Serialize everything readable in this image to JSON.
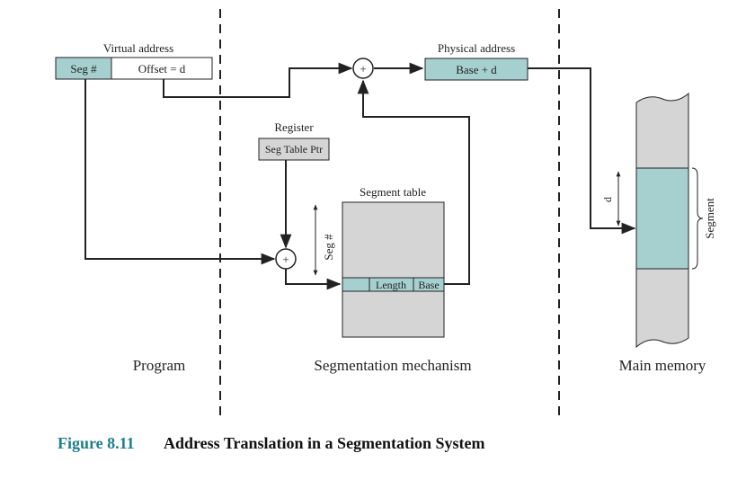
{
  "colors": {
    "teal": "#a6d0cf",
    "gray": "#d5d5d5",
    "line": "#222222",
    "figure_label": "#1f7f8c"
  },
  "labels": {
    "virtual_address": "Virtual address",
    "seg_field": "Seg #",
    "offset_field": "Offset = d",
    "physical_address": "Physical address",
    "base_plus_d": "Base + d",
    "register": "Register",
    "seg_table_ptr": "Seg Table Ptr",
    "segment_table": "Segment table",
    "seg_index": "Seg #",
    "length": "Length",
    "base": "Base",
    "d_marker": "d",
    "segment": "Segment",
    "plus_symbol": "+"
  },
  "regions": {
    "program": "Program",
    "mechanism": "Segmentation mechanism",
    "memory": "Main memory"
  },
  "caption": {
    "number": "Figure 8.11",
    "title": "Address Translation in a Segmentation System"
  }
}
